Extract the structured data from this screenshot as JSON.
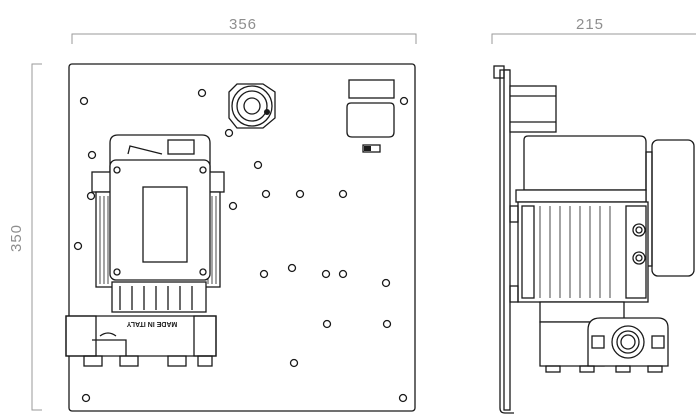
{
  "dimensions": {
    "front_width": "356",
    "side_width": "215",
    "height": "350"
  },
  "labels": {
    "made_in_italy": "MADE IN ITALY"
  },
  "colors": {
    "line": "#1a1a1a",
    "dimension": "#8e8e8e",
    "background": "#ffffff"
  }
}
